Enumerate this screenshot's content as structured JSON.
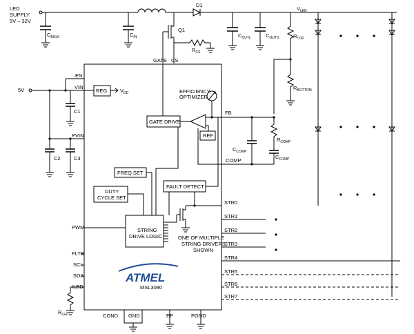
{
  "supply": {
    "line1": "LED",
    "line2": "SUPPLY",
    "line3": "5V – 32V"
  },
  "components": {
    "cbulk": "C",
    "cbulk_sub": "BULK",
    "cin": "C",
    "cin_sub": "IN",
    "coutl": "C",
    "coutl_sub": "OUTL",
    "coutd": "C",
    "coutd_sub": "OUTD",
    "q1": "Q1",
    "rcs": "R",
    "rcs_sub": "CS",
    "d1": "D1",
    "vled": "V",
    "vled_sub": "LED",
    "rtop": "R",
    "rtop_sub": "TOP",
    "rbottom": "R",
    "rbottom_sub": "BOTTOM",
    "c1": "C1",
    "c2": "C2",
    "c3": "C3",
    "ccomp": "C",
    "ccomp_sub": "COMP",
    "rcomp": "R",
    "rcomp_sub": "COMP",
    "ccomp2": "C",
    "ccomp2_sub": "COMP",
    "rled": "R",
    "rled_sub": "LED",
    "input_5v": "5V"
  },
  "pins": {
    "gate": "GATE",
    "cs": "CS",
    "en": "EN",
    "vin": "VIN",
    "pvin": "PVIN",
    "fb": "FB",
    "comp": "COMP",
    "pwm": "PWM",
    "fltb": "FLTB",
    "scl": "SCL",
    "sda": "SDA",
    "iled": "ILED",
    "cgnd": "CGND",
    "gnd": "GND",
    "ep": "EP",
    "pgnd": "PGND"
  },
  "blocks": {
    "reg": "REG",
    "vdd": "V",
    "vdd_sub": "DD",
    "gate_drive": "GATE DRIVE",
    "eff_line1": "EFFICIENCY",
    "eff_line2": "OPTIMIZER",
    "ref": "REF",
    "freq_set": "FREQ SET",
    "duty_line1": "DUTY",
    "duty_line2": "CYCLE SET",
    "fault_detect": "FAULT DETECT",
    "sdl_line1": "STRING",
    "sdl_line2": "DRIVE LOGIC",
    "note_line1": "ONE OF MULTIPLE",
    "note_line2": "STRING DRIVERS",
    "note_line3": "SHOWN"
  },
  "strings": [
    "STR0",
    "STR1",
    "STR2",
    "STR3",
    "STR4",
    "STR5",
    "STR6",
    "STR7"
  ],
  "logo": {
    "brand": "ATMEL",
    "part": "MSL3080",
    "color": "#1f4e96"
  }
}
